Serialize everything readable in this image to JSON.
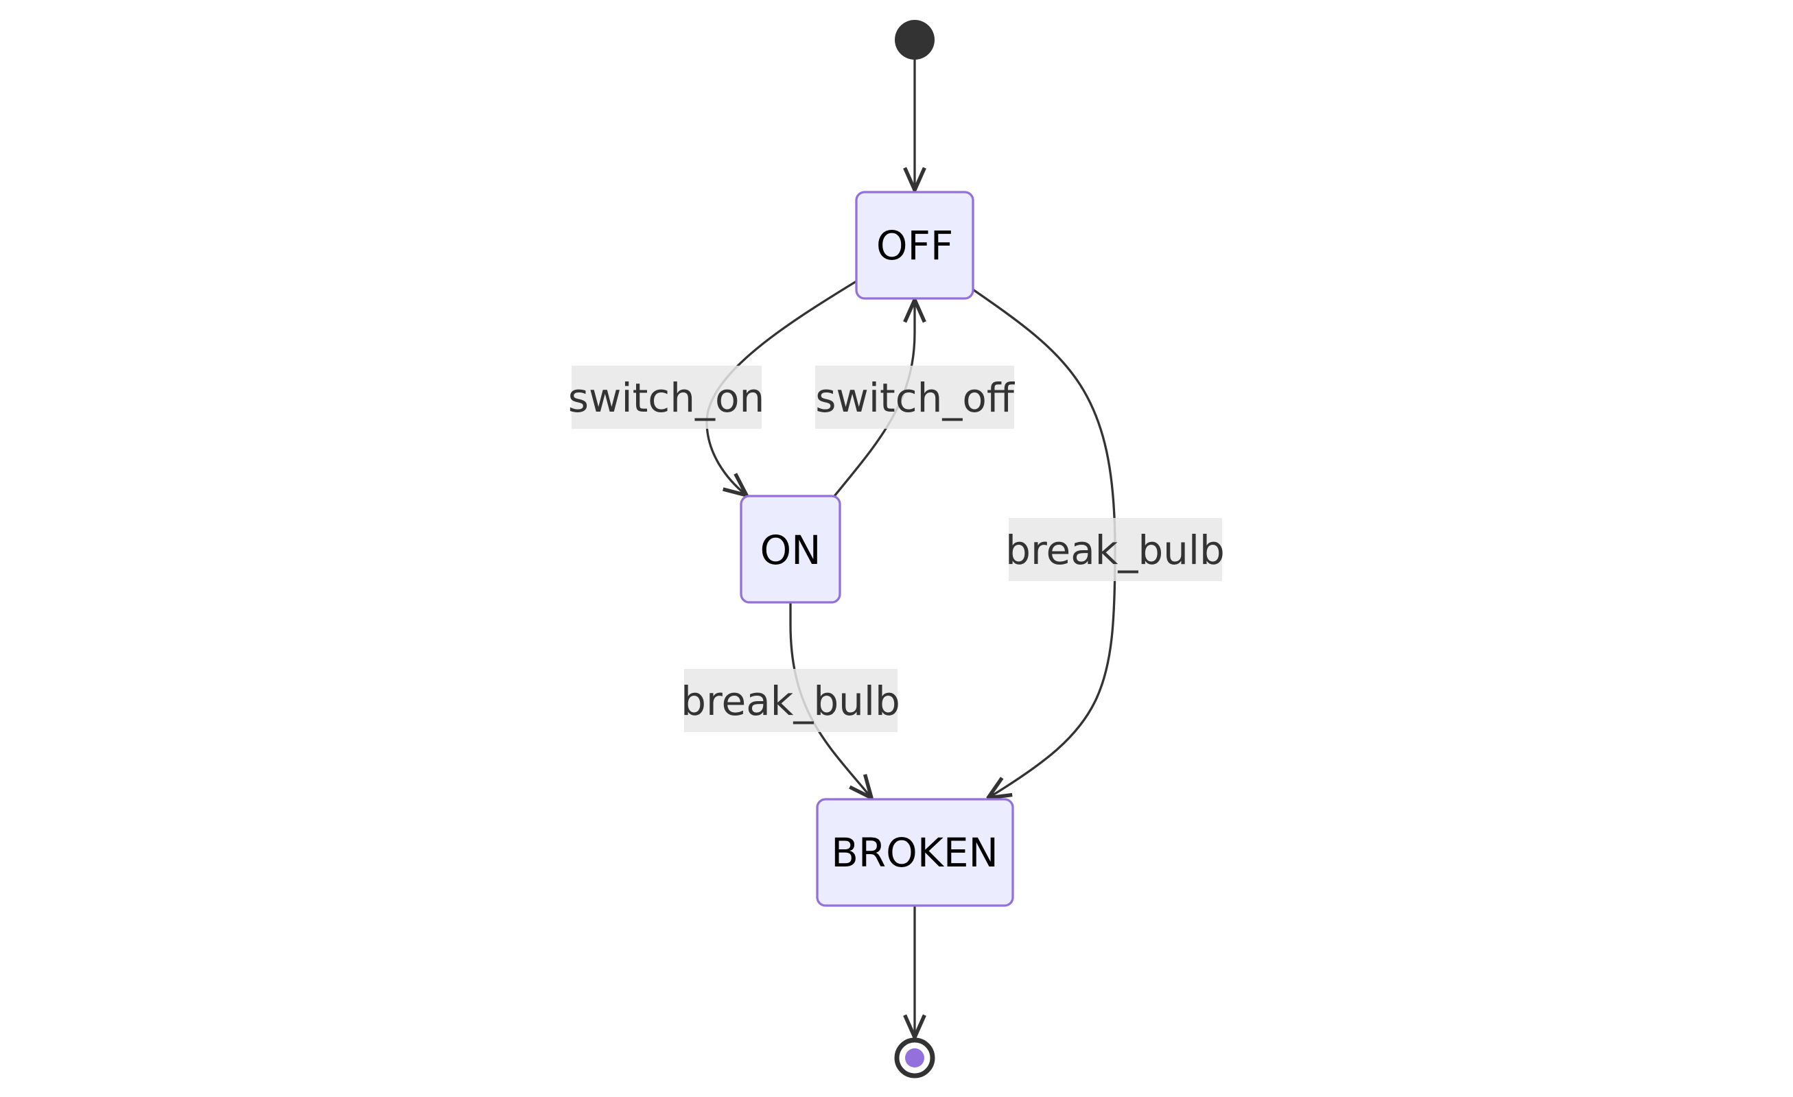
{
  "diagram": {
    "type": "state",
    "states": [
      {
        "id": "off",
        "label": "OFF"
      },
      {
        "id": "on",
        "label": "ON"
      },
      {
        "id": "broken",
        "label": "BROKEN"
      }
    ],
    "transitions": [
      {
        "id": "start-to-off",
        "from": "start",
        "to": "off",
        "label": ""
      },
      {
        "id": "off-to-on",
        "from": "off",
        "to": "on",
        "label": "switch_on"
      },
      {
        "id": "on-to-off",
        "from": "on",
        "to": "off",
        "label": "switch_off"
      },
      {
        "id": "off-to-broken",
        "from": "off",
        "to": "broken",
        "label": "break_bulb"
      },
      {
        "id": "on-to-broken",
        "from": "on",
        "to": "broken",
        "label": "break_bulb"
      },
      {
        "id": "broken-to-end",
        "from": "broken",
        "to": "end",
        "label": ""
      }
    ],
    "colors": {
      "state_fill": "#ECECFF",
      "state_stroke": "#9370DB",
      "edge": "#333333",
      "label_bg": "#e8e8e8",
      "end_dot": "#9370DB"
    }
  }
}
